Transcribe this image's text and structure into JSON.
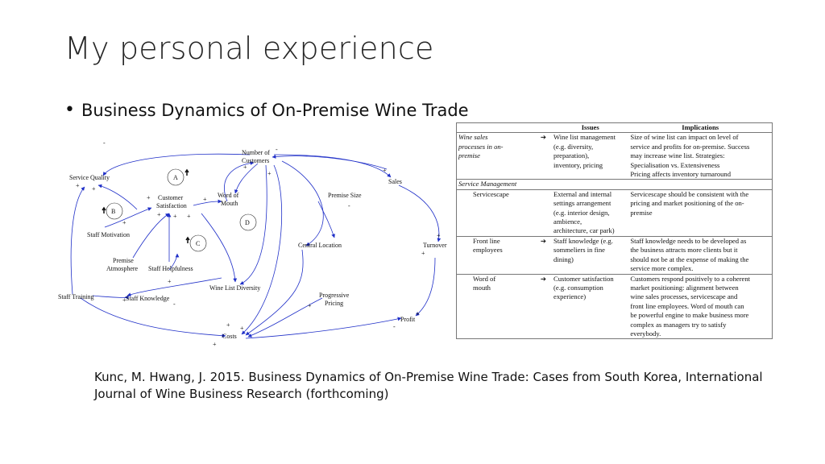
{
  "slide": {
    "title": "My personal experience",
    "bullet": "Business Dynamics of On-Premise Wine Trade",
    "citation": "Kunc, M. Hwang, J. 2015. Business Dynamics of On-Premise Wine Trade: Cases from South Korea, International Journal of Wine Business Research (forthcoming)"
  },
  "diagram": {
    "nodes": {
      "number_of_customers": [
        "Number of",
        "Customers"
      ],
      "service_quality": "Service Quality",
      "sales": "Sales",
      "customer_satisfaction": [
        "Customer",
        "Satisfaction"
      ],
      "word_of_mouth": [
        "Word of",
        "Mouth"
      ],
      "premise_size": "Premise Size",
      "staff_motivation": "Staff Motivation",
      "premise_atmosphere": [
        "Premise",
        "Atmosphere"
      ],
      "staff_helpfulness": "Staff Helpfulness",
      "central_location": "Central Location",
      "turnover": "Turnover",
      "wine_list_diversity": "Wine List Diversity",
      "staff_training": "Staff Training",
      "staff_knowledge": "Staff Knowledge",
      "progressive_pricing": [
        "Progressive",
        "Pricing"
      ],
      "profit": "Profit",
      "costs": "Costs"
    },
    "loops": {
      "a": "A",
      "b": "B",
      "c": "C",
      "d": "D"
    },
    "arrow_color": "#1f2fc8"
  },
  "table": {
    "headers": {
      "issues": "Issues",
      "implications": "Implications"
    },
    "arrow_symbol": "➔",
    "row1": {
      "category": [
        "Wine sales",
        "processes in on-",
        "premise"
      ],
      "issues": [
        "Wine list management",
        "(e.g. diversity,",
        "preparation),",
        "inventory, pricing"
      ],
      "implications": [
        "Size of wine list can impact on level of",
        "service and profits for on-premise. Success",
        "may increase wine list. Strategies:",
        "Specialisation vs. Extensiveness",
        "Pricing affects inventory turnaround"
      ]
    },
    "section": "Service Management",
    "row2": {
      "category": "Servicescape",
      "issues": [
        "External and internal",
        "settings arrangement",
        "(e.g. interior design,",
        "ambience,",
        "architecture, car park)"
      ],
      "implications": [
        "Servicescape should be consistent with the",
        "pricing and market positioning of the on-",
        "premise"
      ]
    },
    "row3": {
      "category": [
        "Front line",
        "employees"
      ],
      "issues": [
        "Staff knowledge (e.g.",
        "sommeliers in fine",
        "dining)"
      ],
      "implications": [
        "Staff knowledge needs to be developed as",
        "the business attracts more clients but it",
        "should not be at the expense of making the",
        "service more complex."
      ]
    },
    "row4": {
      "category": [
        "Word of",
        "mouth"
      ],
      "issues": [
        "Customer satisfaction",
        "(e.g. consumption",
        "experience)"
      ],
      "implications": [
        "Customers respond positively to a coherent",
        "market positioning: alignment between",
        "wine sales processes, servicescape and",
        "front line employees. Word of mouth can",
        "be powerful engine to make business more",
        "complex as managers try to satisfy",
        "everybody."
      ]
    }
  }
}
